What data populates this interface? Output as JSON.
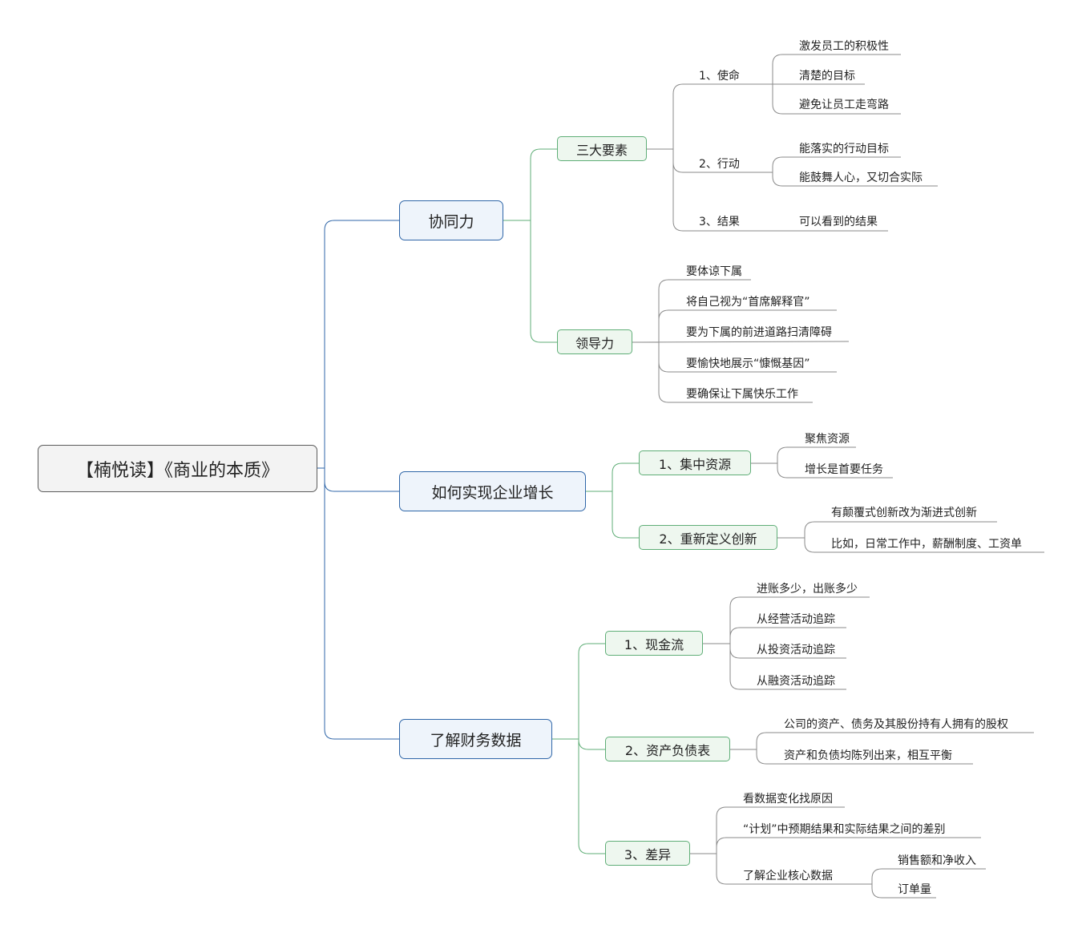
{
  "root": "【楠悦读】《商业的本质》",
  "synergy": {
    "label": "协同力",
    "three_elements": {
      "label": "三大要素",
      "mission": {
        "label": "1、使命",
        "items": [
          "激发员工的积极性",
          "清楚的目标",
          "避免让员工走弯路"
        ]
      },
      "action": {
        "label": "2、行动",
        "items": [
          "能落实的行动目标",
          "能鼓舞人心，又切合实际"
        ]
      },
      "result": {
        "label": "3、结果",
        "items": [
          "可以看到的结果"
        ]
      }
    },
    "leadership": {
      "label": "领导力",
      "items": [
        "要体谅下属",
        "将自己视为“首席解释官”",
        "要为下属的前进道路扫清障碍",
        "要愉快地展示“慷慨基因”",
        "要确保让下属快乐工作"
      ]
    }
  },
  "growth": {
    "label": "如何实现企业增长",
    "focus": {
      "label": "1、集中资源",
      "items": [
        "聚焦资源",
        "增长是首要任务"
      ]
    },
    "innovation": {
      "label": "2、重新定义创新",
      "items": [
        "有颠覆式创新改为渐进式创新",
        "比如，日常工作中，薪酬制度、工资单"
      ]
    }
  },
  "finance": {
    "label": "了解财务数据",
    "cashflow": {
      "label": "1、现金流",
      "items": [
        "进账多少，出账多少",
        "从经营活动追踪",
        "从投资活动追踪",
        "从融资活动追踪"
      ]
    },
    "balance": {
      "label": "2、资产负债表",
      "items": [
        "公司的资产、债务及其股份持有人拥有的股权",
        "资产和负债均陈列出来，相互平衡"
      ]
    },
    "variance": {
      "label": "3、差异",
      "items": [
        "看数据变化找原因",
        "“计划”中预期结果和实际结果之间的差别"
      ],
      "core": {
        "label": "了解企业核心数据",
        "items": [
          "销售额和净收入",
          "订单量"
        ]
      }
    }
  },
  "colors": {
    "root_border": "#5b5b5b",
    "level1": "#2f66a8",
    "level2": "#5fae77",
    "leaf_line": "#8a8a8a"
  }
}
